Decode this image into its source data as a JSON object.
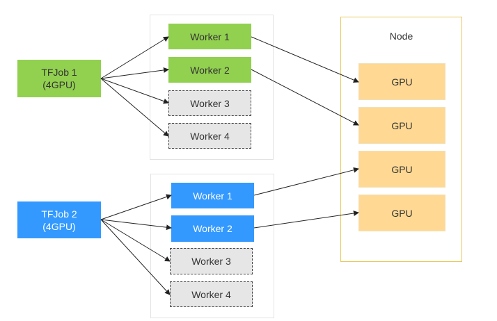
{
  "node": {
    "label": "Node"
  },
  "gpus": [
    {
      "label": "GPU"
    },
    {
      "label": "GPU"
    },
    {
      "label": "GPU"
    },
    {
      "label": "GPU"
    }
  ],
  "jobs": [
    {
      "label_line1": "TFJob 1",
      "label_line2": "(4GPU)",
      "color": "#92d050",
      "workers": [
        {
          "label": "Worker 1",
          "state": "active"
        },
        {
          "label": "Worker 2",
          "state": "active"
        },
        {
          "label": "Worker 3",
          "state": "pending"
        },
        {
          "label": "Worker 4",
          "state": "pending"
        }
      ]
    },
    {
      "label_line1": "TFJob 2",
      "label_line2": "(4GPU)",
      "color": "#3399ff",
      "workers": [
        {
          "label": "Worker 1",
          "state": "active"
        },
        {
          "label": "Worker 2",
          "state": "active"
        },
        {
          "label": "Worker 3",
          "state": "pending"
        },
        {
          "label": "Worker 4",
          "state": "pending"
        }
      ]
    }
  ],
  "colors": {
    "gpu_fill": "#ffd993",
    "node_border": "#e8c85a",
    "pending_fill": "#e6e6e6"
  }
}
